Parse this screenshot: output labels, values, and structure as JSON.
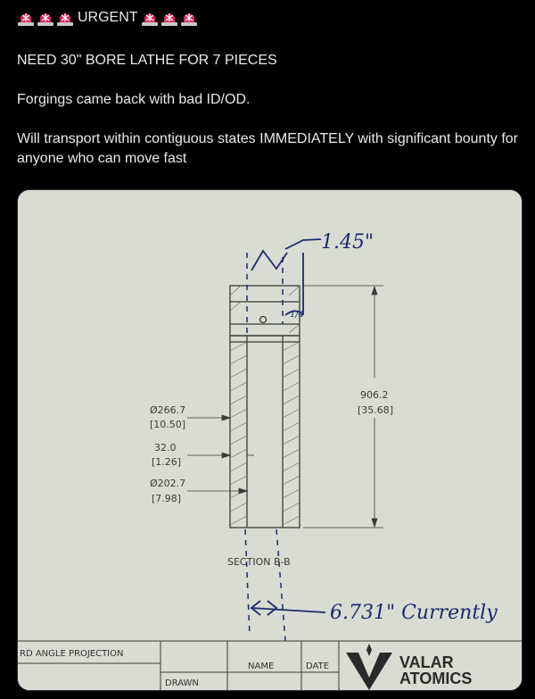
{
  "post": {
    "line1": {
      "emoji": "🚨",
      "word": "URGENT"
    },
    "line2": "NEED 30\" BORE LATHE FOR 7 PIECES",
    "line3": "Forgings came back with bad ID/OD.",
    "line4": "Will transport within contiguous states IMMEDIATELY with significant bounty for anyone who can move fast"
  },
  "drawing": {
    "colors": {
      "paper": "#d9dcd2",
      "ink": "#1c2a6b",
      "line": "#3a3a3a"
    },
    "dims": {
      "od_mm": "Ø266.7",
      "od_in": "[10.50]",
      "wall_mm": "32.0",
      "wall_in": "[1.26]",
      "id_mm": "Ø202.7",
      "id_in": "[7.98]",
      "length_mm": "906.2",
      "length_in": "[35.68]"
    },
    "section_label": "SECTION B-B",
    "handwritten": {
      "top": "1.45\"",
      "bottom": "6.731\" Currently",
      "scribble": "1/4"
    },
    "title_block": {
      "projection": "RD ANGLE PROJECTION",
      "name": "NAME",
      "date": "DATE",
      "drawn": "DRAWN",
      "logo_line1": "VALAR",
      "logo_line2": "ATOMICS"
    }
  }
}
